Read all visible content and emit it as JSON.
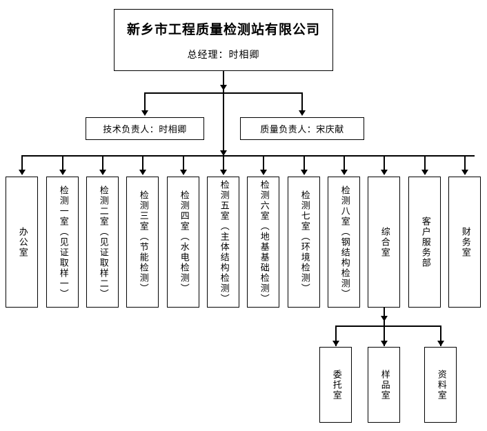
{
  "diagram": {
    "title_box": {
      "company": "新乡市工程质量检测站有限公司",
      "manager": "总经理：时相卿"
    },
    "level2": [
      {
        "label": "技术负责人：时相卿"
      },
      {
        "label": "质量负责人：宋庆献"
      }
    ],
    "departments": [
      {
        "label": "办公室"
      },
      {
        "label": "检测一室（见证取样一）"
      },
      {
        "label": "检测二室（见证取样二）"
      },
      {
        "label": "检测三室（节能检测）"
      },
      {
        "label": "检测四室（水电检测）"
      },
      {
        "label": "检测五室（主体结构检测）"
      },
      {
        "label": "检测六室（地基基础检测）"
      },
      {
        "label": "检测七室（环境检测）"
      },
      {
        "label": "检测八室（钢结构检测）"
      },
      {
        "label": "综合室"
      },
      {
        "label": "客户服务部"
      },
      {
        "label": "财务室"
      }
    ],
    "sub_departments": [
      {
        "label": "委托室"
      },
      {
        "label": "样品室"
      },
      {
        "label": "资料室"
      }
    ],
    "colors": {
      "line": "#000000",
      "box_fill": "#ffffff",
      "text": "#000000"
    }
  }
}
